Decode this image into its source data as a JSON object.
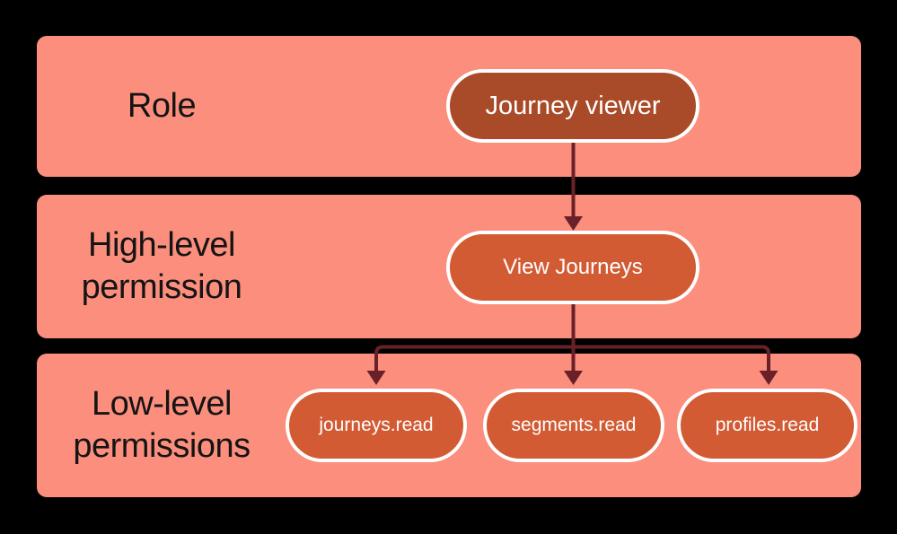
{
  "colors": {
    "background": "#000000",
    "band": "#FB8E7D",
    "role_pill": "#A94A28",
    "permission_pill": "#D25B34",
    "connector": "#6A2028",
    "pill_border": "#FFFFFF",
    "pill_text": "#FFFFFF",
    "band_label_text": "#141414"
  },
  "bands": [
    {
      "label": "Role"
    },
    {
      "label": "High-level permission"
    },
    {
      "label": "Low-level permissions"
    }
  ],
  "nodes": {
    "role": {
      "label": "Journey viewer"
    },
    "high": {
      "label": "View Journeys"
    },
    "low": [
      {
        "label": "journeys.read"
      },
      {
        "label": "segments.read"
      },
      {
        "label": "profiles.read"
      }
    ]
  }
}
